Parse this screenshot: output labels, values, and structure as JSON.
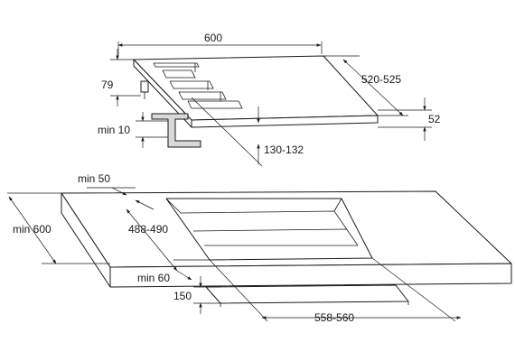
{
  "hob": {
    "width": "600",
    "depth": "520-525",
    "height": "52",
    "clearance_top": "79",
    "min_bracket": "min 10",
    "cutout_depth_label": "130-132"
  },
  "worktop": {
    "min_back": "min 50",
    "min_depth": "min 600",
    "cutout_depth": "488-490",
    "min_front": "min 60",
    "under_clearance": "150",
    "cutout_width": "558-560"
  }
}
